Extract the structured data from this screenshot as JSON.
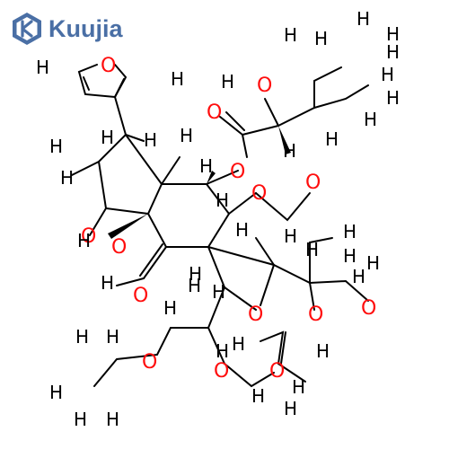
{
  "brand": {
    "name": "Kuujia",
    "color": "#4a6fa5"
  },
  "colors": {
    "bond": "#000000",
    "hydrogen": "#000000",
    "oxygen": "#ff0d0d",
    "background": "#ffffff"
  },
  "labels": {
    "furan_o": "O",
    "acyl_o1": "O",
    "hydroxy_o1": "O",
    "ring_o1": "O",
    "hydroxy_o2": "O",
    "aldehyde_o": "O",
    "ketone_o1": "O",
    "ketone_o2": "O",
    "ether_o1": "O",
    "ether_o2": "O",
    "hydroxy_o3": "O",
    "lower_o": "O",
    "ester_o1": "O",
    "ester_o2": "O",
    "methoxy_o": "O",
    "h": "H"
  },
  "hydrogens": [
    "H",
    "H",
    "H",
    "H",
    "H",
    "H",
    "H",
    "H",
    "H",
    "H",
    "H",
    "H",
    "H",
    "H",
    "H",
    "H",
    "H",
    "H",
    "H",
    "H",
    "H",
    "H",
    "H",
    "H",
    "H",
    "H",
    "H",
    "H",
    "H",
    "H",
    "H",
    "H",
    "H",
    "H",
    "H",
    "H",
    "H",
    "H",
    "H",
    "H",
    "H",
    "H",
    "H",
    "H"
  ]
}
